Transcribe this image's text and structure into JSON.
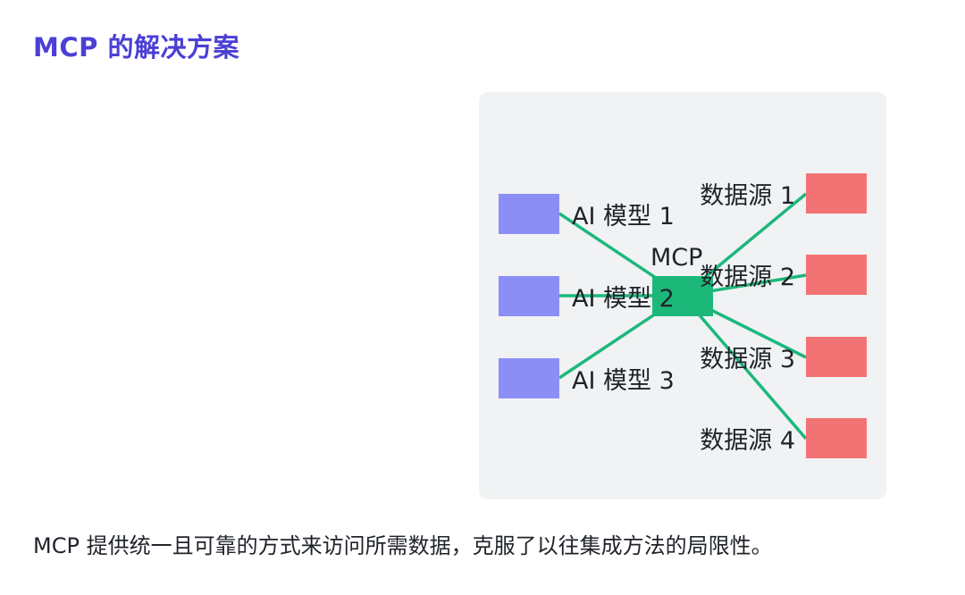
{
  "title": "MCP 的解决方案",
  "caption": "MCP 提供统一且可靠的方式来访问所需数据，克服了以往集成方法的局限性。",
  "diagram": {
    "hub_label": "MCP",
    "models": [
      "AI 模型 1",
      "AI 模型 2",
      "AI 模型 3"
    ],
    "sources": [
      "数据源 1",
      "数据源 2",
      "数据源 3",
      "数据源 4"
    ],
    "colors": {
      "model": "#8b8ff5",
      "source": "#f27373",
      "hub": "#1cb87a",
      "edge": "#1cb87a",
      "background": "#f1f2f4"
    }
  }
}
